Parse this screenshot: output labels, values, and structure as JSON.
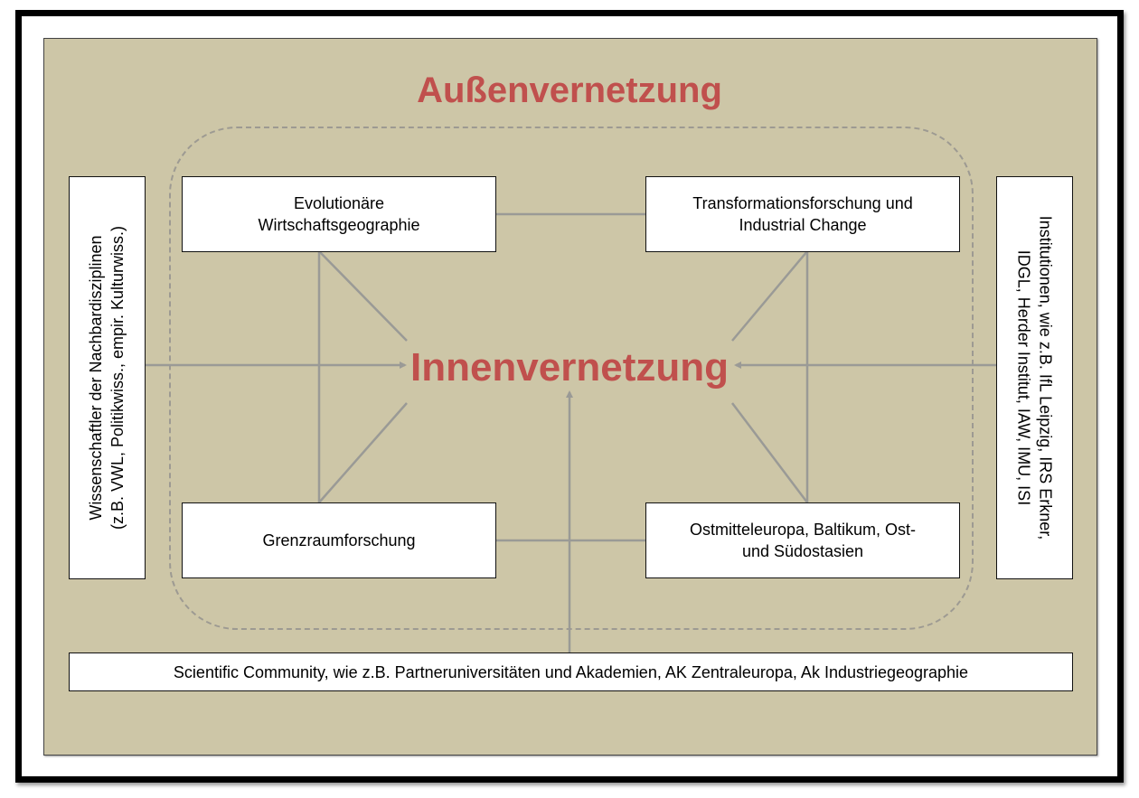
{
  "outer_title": "Außenvernetzung",
  "inner_title": "Innenvernetzung",
  "boxes": {
    "evolutionary_line1": "Evolutionäre",
    "evolutionary_line2": "Wirtschaftsgeographie",
    "transformation_line1": "Transformationsforschung und",
    "transformation_line2": "Industrial Change",
    "border": "Grenzraumforschung",
    "regions_line1": "Ostmitteleuropa, Baltikum, Ost-",
    "regions_line2": "und Südostasien"
  },
  "left_side": {
    "line1": "Wissenschaftler der Nachbardisziplinen",
    "line2": "(z.B. VWL, Politikwiss., empir. Kulturwiss.)"
  },
  "right_side": {
    "line1": "Institutionen, wie z.B. IfL Leipzig, IRS Erkner,",
    "line2": "IDGL, Herder Institut, IAW, IMU, ISI"
  },
  "bottom": "Scientific Community, wie z.B. Partneruniversitäten und Akademien, AK Zentraleuropa, Ak Industriegeographie",
  "colors": {
    "accent": "#c0504d",
    "panel": "#cdc6a7",
    "connector": "#9a9a96"
  }
}
